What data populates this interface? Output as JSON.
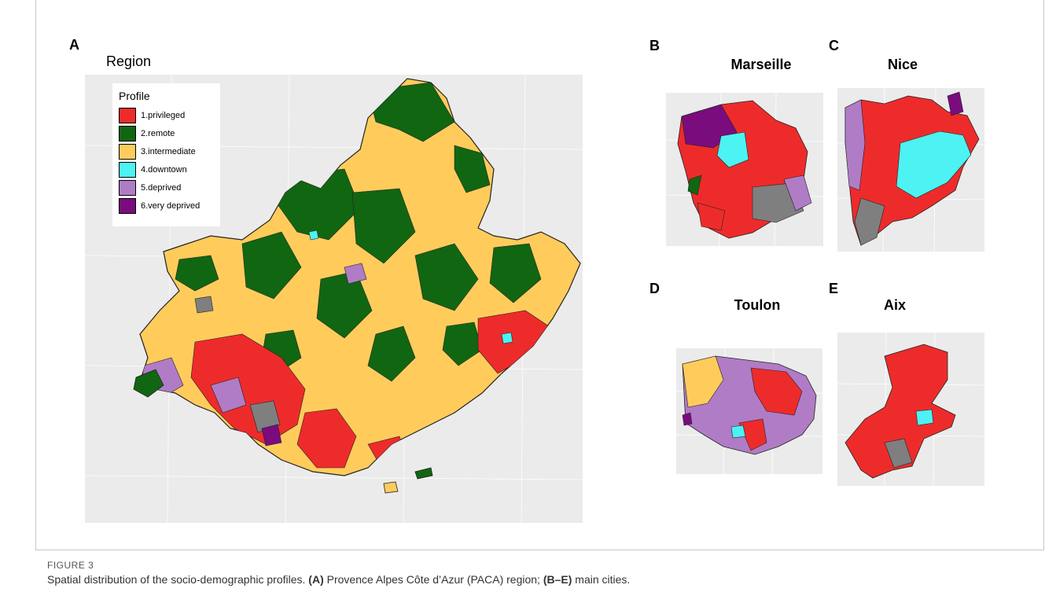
{
  "figure": {
    "label": "FIGURE 3",
    "caption_parts": [
      {
        "text": "Spatial distribution of the socio-demographic profiles. ",
        "bold": false
      },
      {
        "text": "(A)",
        "bold": true
      },
      {
        "text": " Provence Alpes Côte d’Azur (PACA) region; ",
        "bold": false
      },
      {
        "text": "(B–E)",
        "bold": true
      },
      {
        "text": " main cities.",
        "bold": false
      }
    ]
  },
  "panels": {
    "A": {
      "letter": "A",
      "title": "Region"
    },
    "B": {
      "letter": "B",
      "title": "Marseille"
    },
    "C": {
      "letter": "C",
      "title": "Nice"
    },
    "D": {
      "letter": "D",
      "title": "Toulon"
    },
    "E": {
      "letter": "E",
      "title": "Aix"
    }
  },
  "legend": {
    "title": "Profile",
    "items": [
      {
        "label": "1.privileged",
        "color": "#ee2b2b"
      },
      {
        "label": "2.remote",
        "color": "#116611"
      },
      {
        "label": "3.intermediate",
        "color": "#ffcc5c"
      },
      {
        "label": "4.downtown",
        "color": "#4df2f2"
      },
      {
        "label": "5.deprived",
        "color": "#b07cc6"
      },
      {
        "label": "6.very deprived",
        "color": "#7a0c7e"
      }
    ]
  },
  "colors": {
    "privileged": "#ee2b2b",
    "remote": "#116611",
    "intermediate": "#ffcc5c",
    "downtown": "#4df2f2",
    "deprived": "#b07cc6",
    "very_deprived": "#7a0c7e",
    "missing": "#7f7f7f",
    "background": "#ebebeb"
  }
}
